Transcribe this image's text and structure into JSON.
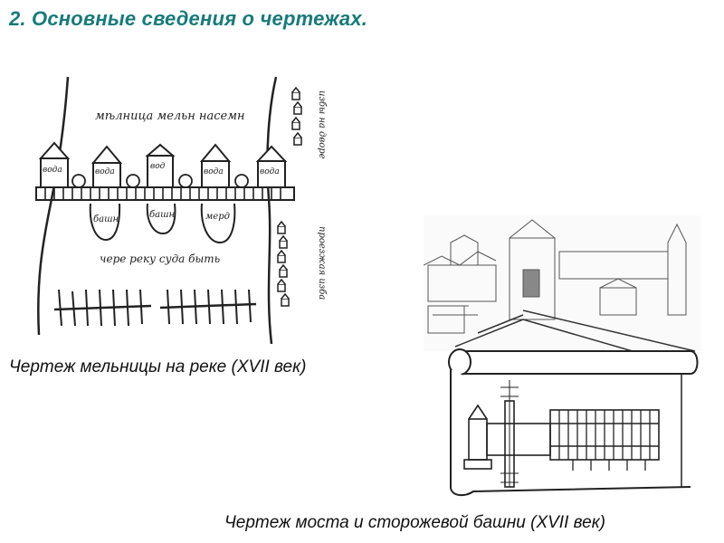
{
  "slide": {
    "title": "2. Основные сведения о чертежах.",
    "captions": [
      "Чертеж мельницы на реке (XVII век)",
      "Чертеж моста и сторожевой башни (XVII век)"
    ]
  },
  "colors": {
    "title": "#1a7a7a",
    "ink": "#222222"
  }
}
